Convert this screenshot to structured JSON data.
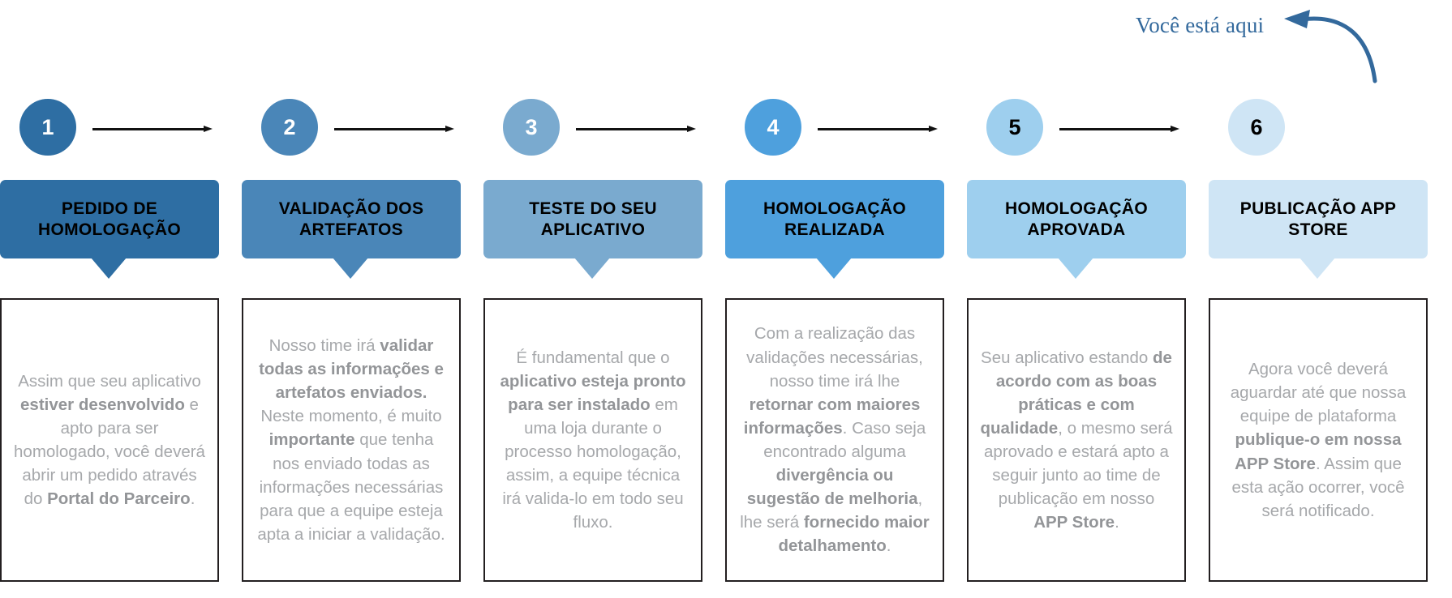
{
  "annotation": {
    "label": "Você está aqui",
    "icon": "curved-arrow-icon",
    "color": "#33699c"
  },
  "palette": {
    "step1": "#2e6ea3",
    "step2": "#4a86b8",
    "step3": "#7aaacf",
    "step4": "#4ea0dd",
    "step5": "#9ecfee",
    "step6": "#cfe5f5",
    "banner1": "#2e6ea3",
    "banner2": "#4a86b8",
    "banner3": "#7aaacf",
    "banner4": "#4ea0dd",
    "banner5": "#9ecfee",
    "banner6": "#cfe5f5",
    "arrow": "#111111",
    "card_border": "#231f20",
    "body_text": "#a6a8ab",
    "body_strong": "#939598"
  },
  "steps": [
    {
      "number": "1",
      "circle_color": "#2e6ea3",
      "number_color": "#ffffff",
      "banner_color": "#2e6ea3",
      "title": "PEDIDO DE HOMOLOGAÇÃO",
      "body": [
        {
          "t": "Assim que seu aplicativo ",
          "b": false
        },
        {
          "t": "estiver desenvolvido",
          "b": true
        },
        {
          "t": " e apto para ser homologado, você deverá abrir um pedido através do ",
          "b": false
        },
        {
          "t": "Portal do Parceiro",
          "b": true
        },
        {
          "t": ".",
          "b": false
        }
      ]
    },
    {
      "number": "2",
      "circle_color": "#4a86b8",
      "number_color": "#ffffff",
      "banner_color": "#4a86b8",
      "title": "VALIDAÇÃO DOS ARTEFATOS",
      "body": [
        {
          "t": "Nosso time irá ",
          "b": false
        },
        {
          "t": "validar todas as informações e artefatos enviados.",
          "b": true
        },
        {
          "t": " Neste momento, é muito ",
          "b": false
        },
        {
          "t": "importante",
          "b": true
        },
        {
          "t": " que tenha nos enviado todas as informações necessárias para que a equipe esteja apta a iniciar a validação.",
          "b": false
        }
      ]
    },
    {
      "number": "3",
      "circle_color": "#7aaacf",
      "number_color": "#ffffff",
      "banner_color": "#7aaacf",
      "title": "TESTE DO SEU APLICATIVO",
      "body": [
        {
          "t": "É fundamental que o ",
          "b": false
        },
        {
          "t": "aplicativo esteja pronto para ser instalado",
          "b": true
        },
        {
          "t": " em uma loja durante o processo homologação, assim, a equipe técnica irá valida-lo em todo seu fluxo.",
          "b": false
        }
      ]
    },
    {
      "number": "4",
      "circle_color": "#4ea0dd",
      "number_color": "#ffffff",
      "banner_color": "#4ea0dd",
      "title": "HOMOLOGAÇÃO REALIZADA",
      "body": [
        {
          "t": "Com a realização das validações necessárias, nosso time irá lhe ",
          "b": false
        },
        {
          "t": "retornar com maiores informações",
          "b": true
        },
        {
          "t": ". Caso seja encontrado alguma ",
          "b": false
        },
        {
          "t": "divergência ou sugestão de melhoria",
          "b": true
        },
        {
          "t": ", lhe será ",
          "b": false
        },
        {
          "t": "fornecido maior detalhamento",
          "b": true
        },
        {
          "t": ".",
          "b": false
        }
      ]
    },
    {
      "number": "5",
      "circle_color": "#9ecfee",
      "number_color": "#000000",
      "banner_color": "#9ecfee",
      "title": "HOMOLOGAÇÃO APROVADA",
      "body": [
        {
          "t": "Seu aplicativo estando ",
          "b": false
        },
        {
          "t": "de acordo com as boas práticas e com qualidade",
          "b": true
        },
        {
          "t": ", o mesmo será aprovado e estará apto a seguir junto ao time de publicação em nosso ",
          "b": false
        },
        {
          "t": "APP Store",
          "b": true
        },
        {
          "t": ".",
          "b": false
        }
      ]
    },
    {
      "number": "6",
      "circle_color": "#cfe5f5",
      "number_color": "#000000",
      "banner_color": "#cfe5f5",
      "title": "PUBLICAÇÃO APP STORE",
      "body": [
        {
          "t": "Agora você deverá aguardar até que nossa equipe de plataforma ",
          "b": false
        },
        {
          "t": "publique-o em nossa APP Store",
          "b": true
        },
        {
          "t": ". Assim que esta ação ocorrer, você será notificado.",
          "b": false
        }
      ]
    }
  ],
  "connectors": [
    {
      "name": "connector-1-2"
    },
    {
      "name": "connector-2-3"
    },
    {
      "name": "connector-3-4"
    },
    {
      "name": "connector-4-5"
    },
    {
      "name": "connector-5-6"
    }
  ]
}
